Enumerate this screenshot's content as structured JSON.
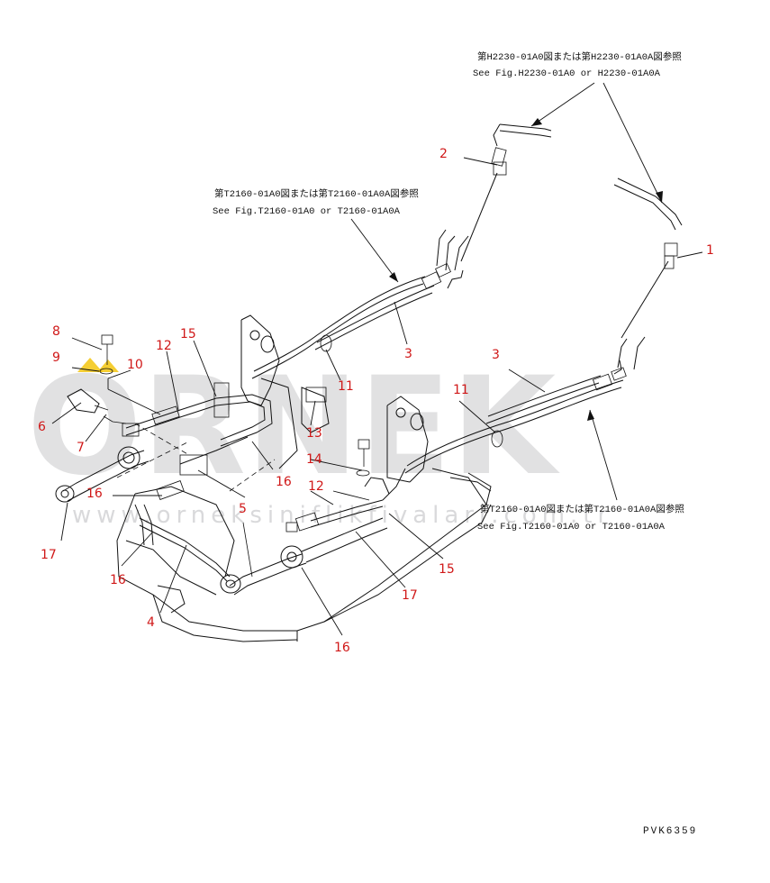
{
  "watermark": {
    "brand": "ORNEK",
    "url": "www.orneksiniflikfivalari.com.tr",
    "accent_color": "#f2c200"
  },
  "references": [
    {
      "jp": "第H2230-01A0図または第H2230-01A0A図参照",
      "en": "See Fig.H2230-01A0 or H2230-01A0A"
    },
    {
      "jp": "第T2160-01A0図または第T2160-01A0A図参照",
      "en": "See Fig.T2160-01A0 or T2160-01A0A"
    },
    {
      "jp": "第T2160-01A0図または第T2160-01A0A図参照",
      "en": "See Fig.T2160-01A0 or T2160-01A0A"
    }
  ],
  "callouts": [
    "1",
    "2",
    "3",
    "3",
    "4",
    "5",
    "6",
    "7",
    "8",
    "9",
    "10",
    "11",
    "11",
    "12",
    "12",
    "13",
    "14",
    "15",
    "15",
    "16",
    "16",
    "16",
    "16",
    "17",
    "17"
  ],
  "drawing_code": "PVK6359",
  "colors": {
    "callout": "#d01818",
    "line": "#111111",
    "watermark": "#c9cacc"
  }
}
